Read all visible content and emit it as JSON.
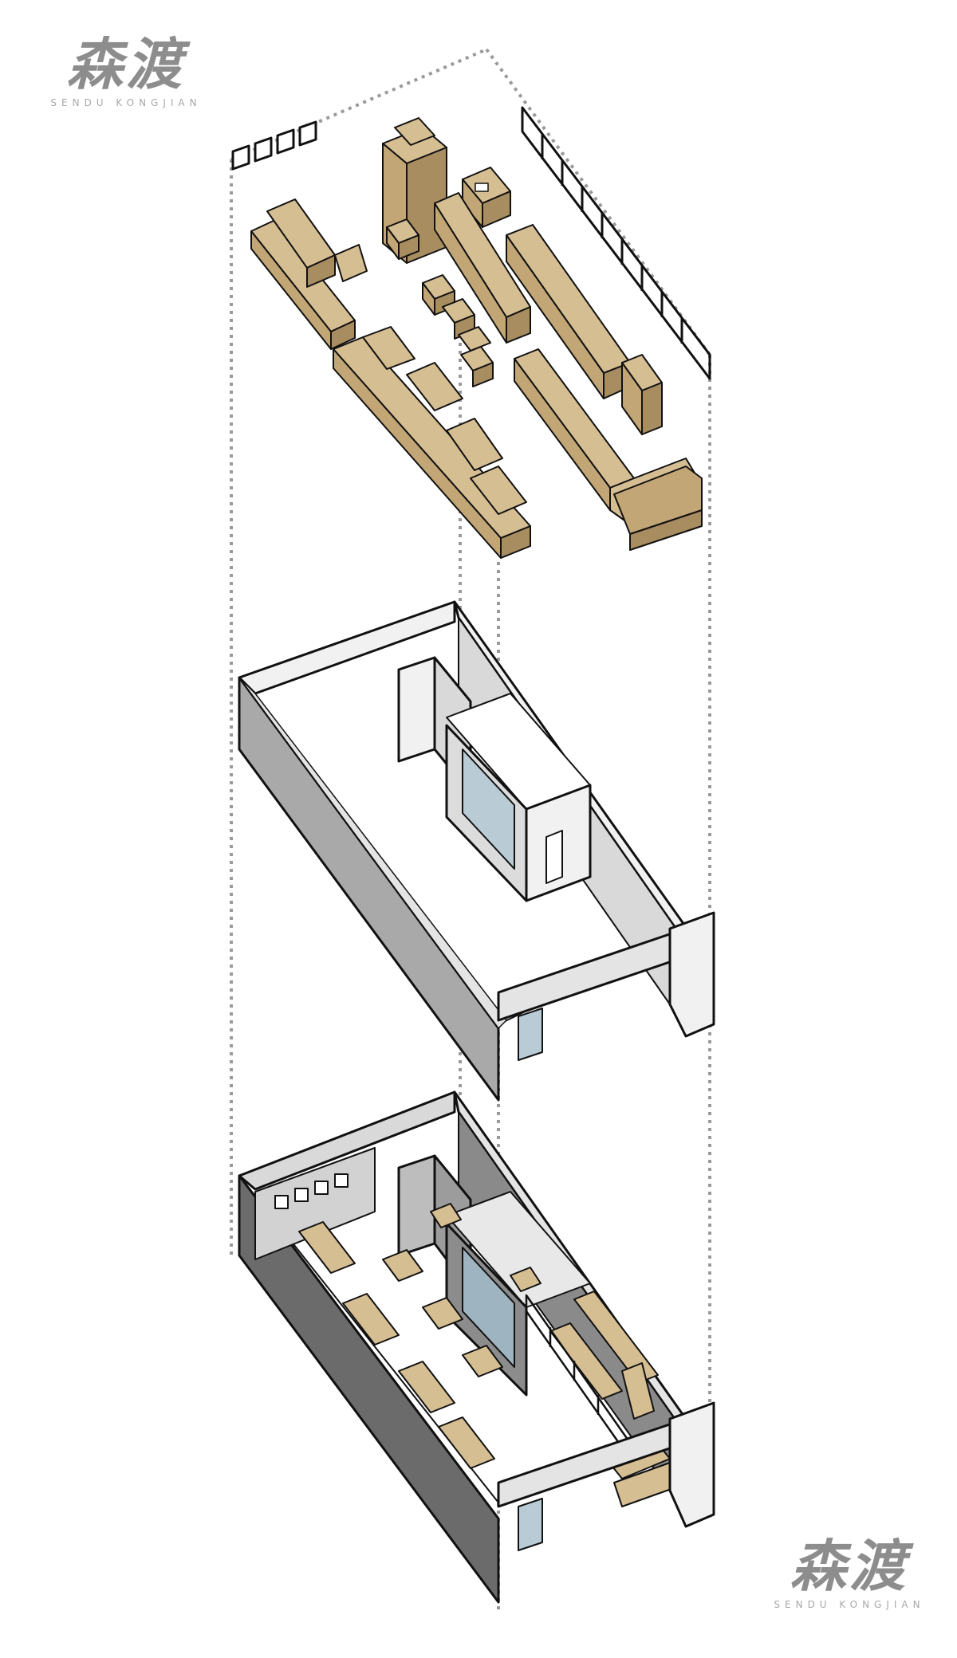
{
  "logo_top": {
    "chinese": "森渡",
    "english": "SENDU KONGJIAN"
  },
  "logo_bottom": {
    "chinese": "森渡",
    "english": "SENDU KONGJIAN"
  },
  "colors": {
    "furniture": "#d6be93",
    "furniture_side": "#c2a676",
    "furniture_dark": "#a88d60",
    "wall_light": "#f1f1f1",
    "wall_mid": "#d9d9d9",
    "wall_dark": "#a9a9a9",
    "glass": "#b9ccd6",
    "line": "#111111",
    "guide": "#9a9a9a"
  }
}
